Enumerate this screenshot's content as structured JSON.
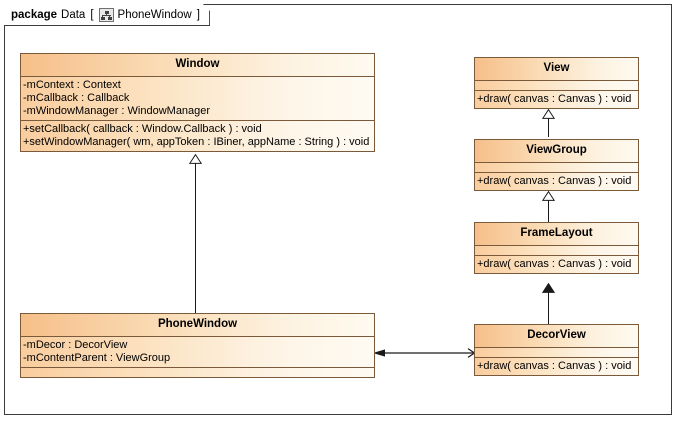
{
  "package": {
    "keyword": "package",
    "name": "Data",
    "bracket_open": "[",
    "bracket_close": "]",
    "diagram_name": "PhoneWindow",
    "icon": "class-diagram-icon"
  },
  "colors": {
    "class_fill_left": "#f7c28e",
    "class_fill_right": "#fefaf0",
    "class_border": "#7a5a3a",
    "frame_border": "#3a3a3a",
    "connector": "#1a1a1a",
    "canvas": "#ffffff"
  },
  "classes": [
    {
      "id": "window",
      "name": "Window",
      "attributes": [
        "-mContext : Context",
        "-mCallback : Callback",
        "-mWindowManager : WindowManager"
      ],
      "operations": [
        "+setCallback( callback : Window.Callback ) : void",
        "+setWindowManager( wm, appToken : IBiner, appName : String ) : void"
      ]
    },
    {
      "id": "phonewindow",
      "name": "PhoneWindow",
      "attributes": [
        "-mDecor : DecorView",
        "-mContentParent : ViewGroup"
      ],
      "operations": []
    },
    {
      "id": "view",
      "name": "View",
      "attributes": [],
      "operations": [
        "+draw( canvas : Canvas ) : void"
      ]
    },
    {
      "id": "viewgroup",
      "name": "ViewGroup",
      "attributes": [],
      "operations": [
        "+draw( canvas : Canvas ) : void"
      ]
    },
    {
      "id": "framelayout",
      "name": "FrameLayout",
      "attributes": [],
      "operations": [
        "+draw( canvas : Canvas ) : void"
      ]
    },
    {
      "id": "decorview",
      "name": "DecorView",
      "attributes": [],
      "operations": [
        "+draw( canvas : Canvas ) : void"
      ]
    }
  ],
  "relationships": [
    {
      "id": "rel-phonewindow-window",
      "type": "generalization",
      "from": "PhoneWindow",
      "to": "Window"
    },
    {
      "id": "rel-viewgroup-view",
      "type": "generalization",
      "from": "ViewGroup",
      "to": "View"
    },
    {
      "id": "rel-framelayout-viewgroup",
      "type": "generalization",
      "from": "FrameLayout",
      "to": "ViewGroup"
    },
    {
      "id": "rel-decorview-framelayout",
      "type": "generalization",
      "from": "DecorView",
      "to": "FrameLayout"
    },
    {
      "id": "rel-phonewindow-decorview",
      "type": "directed-association",
      "from": "PhoneWindow",
      "to": "DecorView"
    }
  ]
}
